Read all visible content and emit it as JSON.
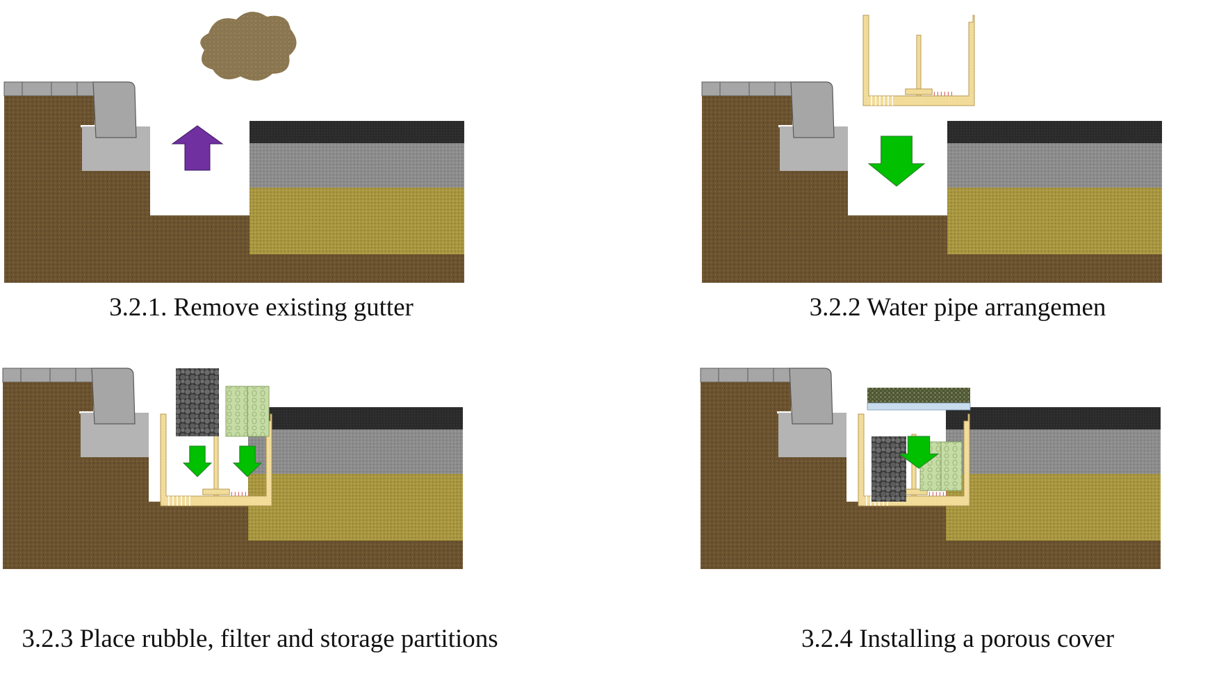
{
  "panels": [
    {
      "id": "remove-existing-gutter",
      "caption": "3.2.1. Remove existing gutter",
      "arrow": "up",
      "arrow_color": "#7030a0"
    },
    {
      "id": "water-pipe-arrangement",
      "caption": "3.2.2 Water pipe arrangemen",
      "arrow": "down",
      "arrow_color": "#00c000"
    },
    {
      "id": "place-rubble-filter-storage",
      "caption": "3.2.3 Place rubble, filter and storage partitions",
      "arrow": "down",
      "arrow_color": "#00c000"
    },
    {
      "id": "installing-porous-cover",
      "caption": "3.2.4 Installing a porous cover",
      "arrow": "down",
      "arrow_color": "#00c000"
    }
  ],
  "colors": {
    "soil": "#6b5330",
    "sand": "#a89640",
    "gravel_base": "#8c8c8c",
    "asphalt": "#2a2a2a",
    "concrete": "#a6a6a6",
    "concrete_light": "#b4b4b4",
    "gutter_body": "#f2dd9c",
    "rubble": "#595959",
    "filter": "#c5dca5",
    "porous_top": "#5a5f3c",
    "porous_base": "#c9dced",
    "debris": "#8a7650"
  }
}
